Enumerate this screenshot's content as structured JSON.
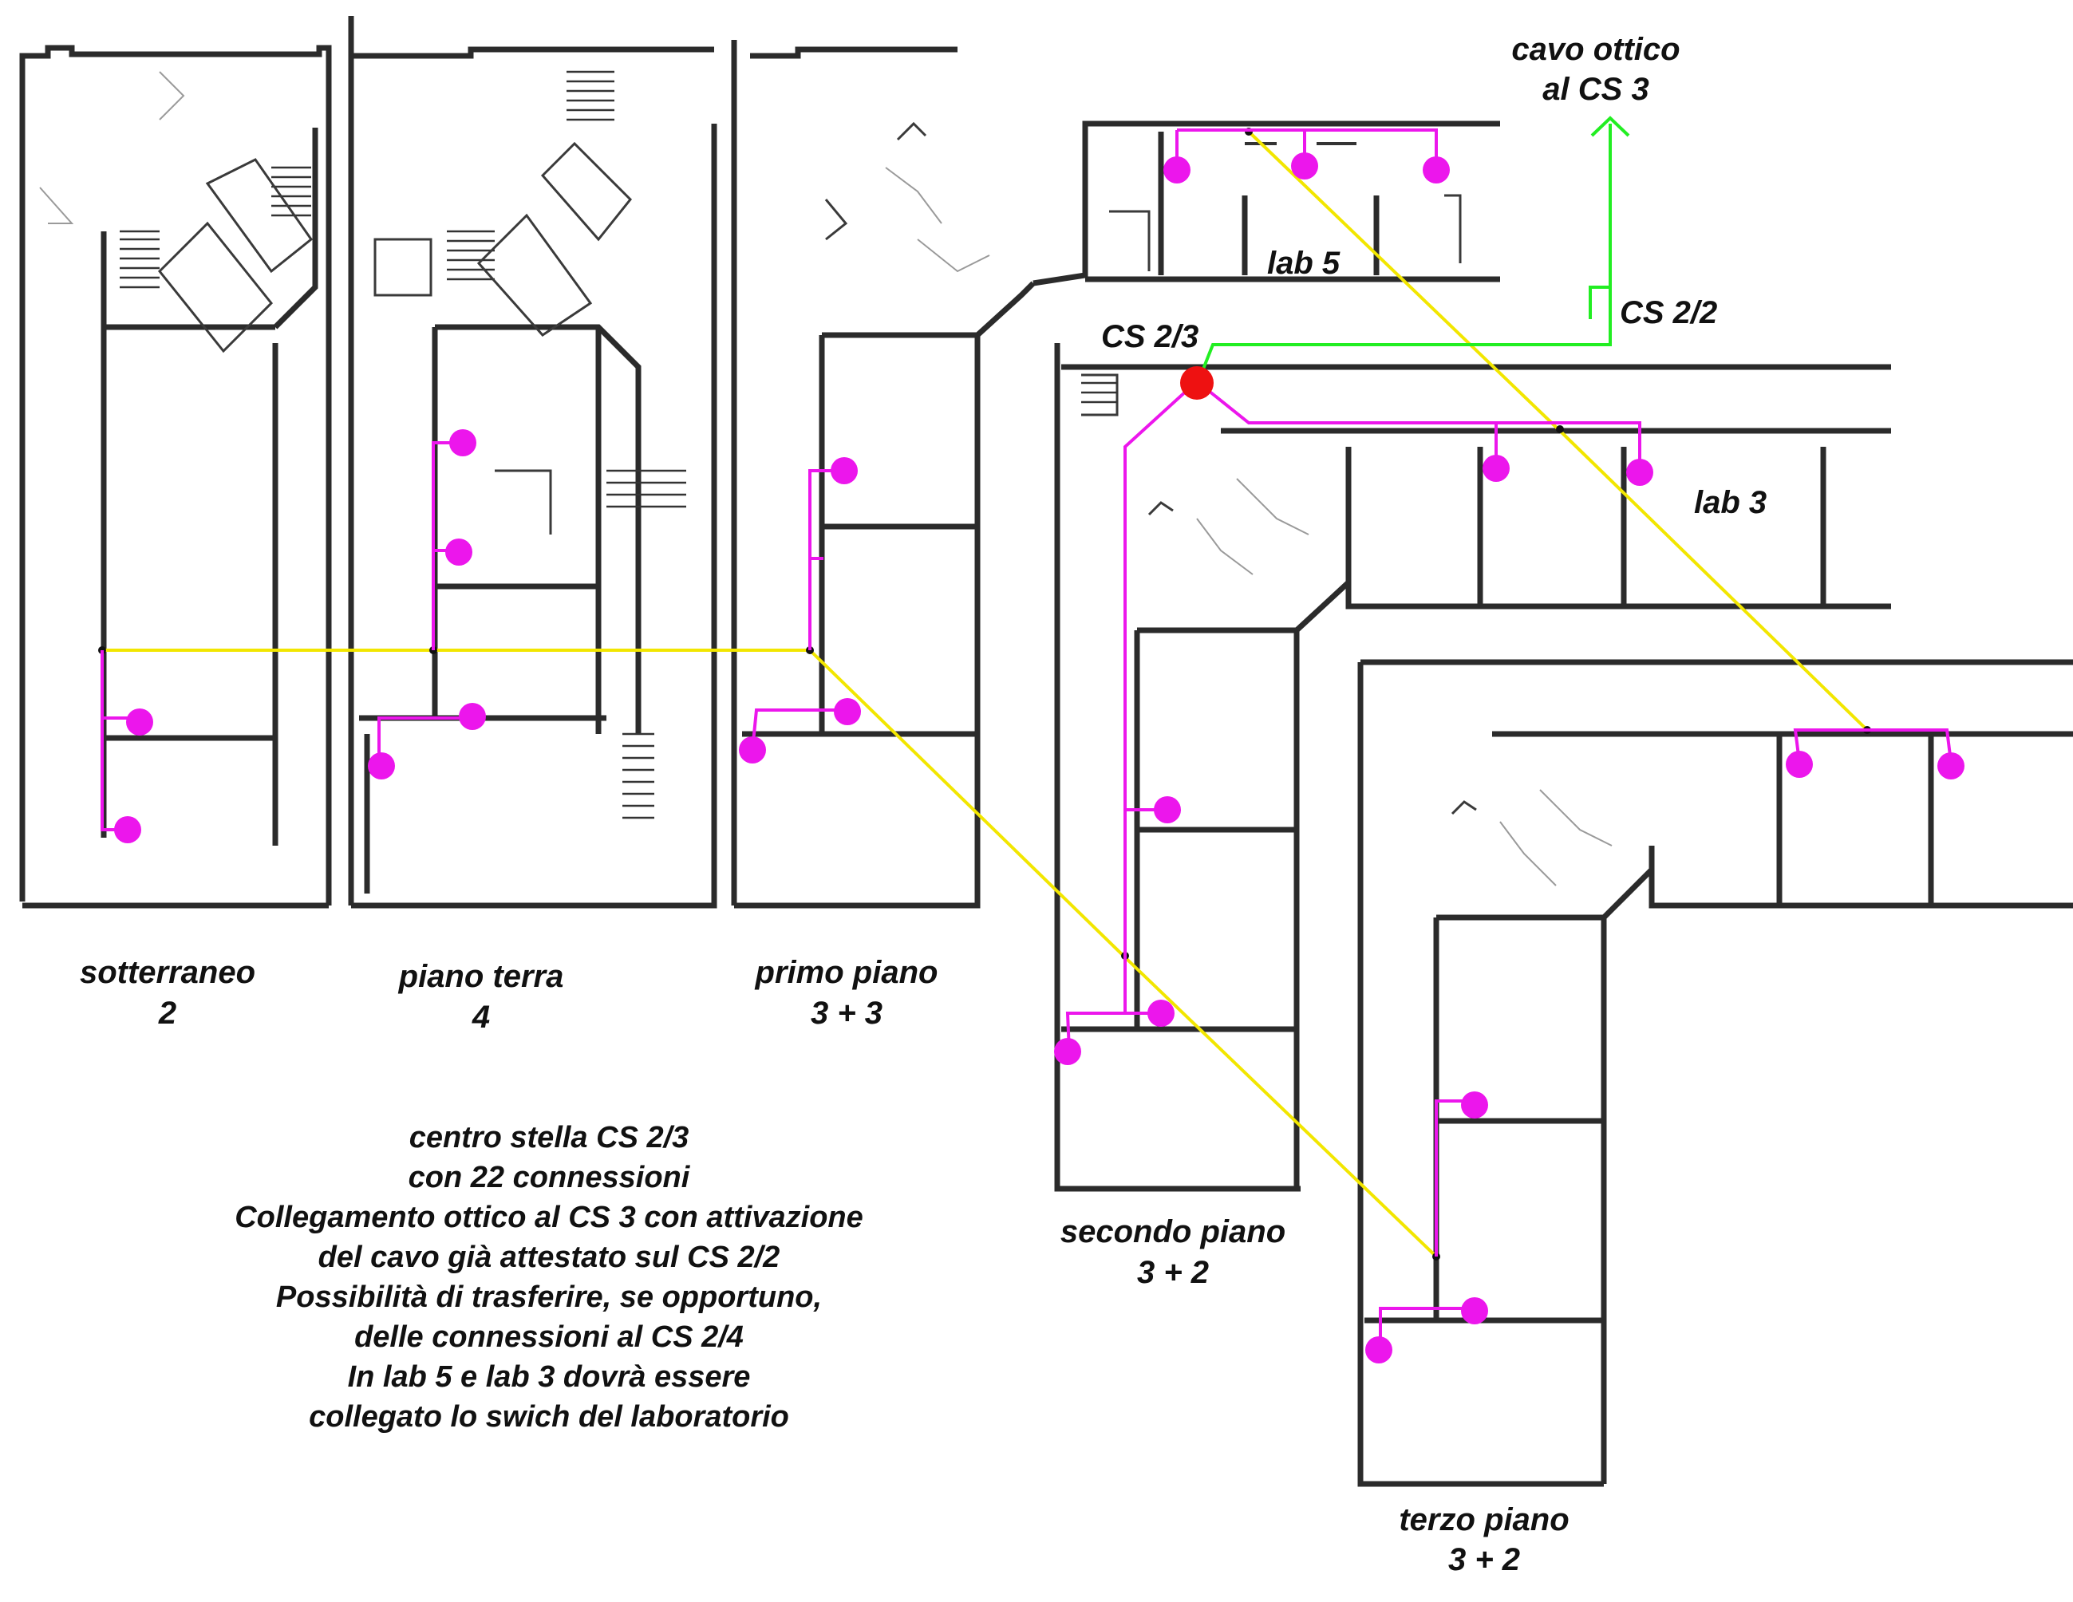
{
  "colors": {
    "backbone": "#f2e600",
    "distribution": "#ec16ec",
    "optical": "#22ee22",
    "star_center": "#ee1111",
    "outlet": "#ec16ec",
    "walls": "#2b2b2b",
    "text": "#111111"
  },
  "floors": [
    {
      "name": "sotterraneo",
      "count": "2"
    },
    {
      "name": "piano terra",
      "count": "4"
    },
    {
      "name": "primo piano",
      "count": "3 + 3"
    },
    {
      "name": "secondo piano",
      "count": "3 + 2"
    },
    {
      "name": "terzo piano",
      "count": "3 + 2"
    }
  ],
  "rooms": {
    "lab5": "lab 5",
    "lab3": "lab 3"
  },
  "nodes": {
    "cs23": "CS 2/3",
    "cs22": "CS 2/2",
    "fiber_line1": "cavo ottico",
    "fiber_line2": "al CS 3"
  },
  "notes": [
    "centro stella CS 2/3",
    "con 22 connessioni",
    "Collegamento ottico al CS 3 con attivazione",
    "del cavo già attestato sul CS 2/2",
    "Possibilità di trasferire, se opportuno,",
    "delle connessioni al CS 2/4",
    "In lab 5 e lab 3 dovrà essere",
    "collegato lo swich del laboratorio"
  ]
}
